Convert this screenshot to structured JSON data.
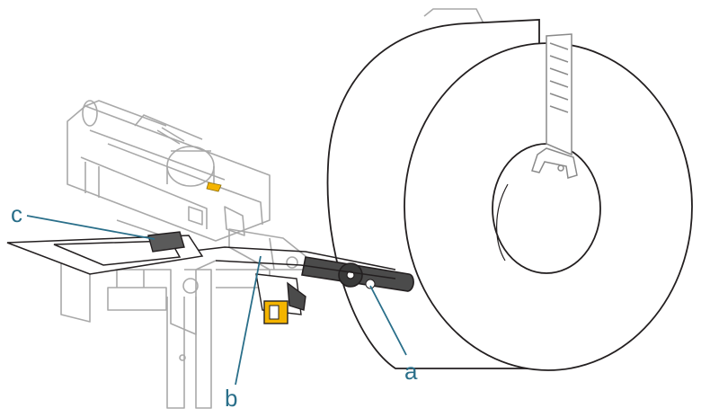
{
  "callouts": {
    "a": "a",
    "b": "b",
    "c": "c"
  },
  "colors": {
    "line": "#231f20",
    "light_line": "#a9a9a9",
    "callout": "#2a6f8a",
    "highlight": "#f4b400",
    "dark_part": "#4b4b4b"
  }
}
